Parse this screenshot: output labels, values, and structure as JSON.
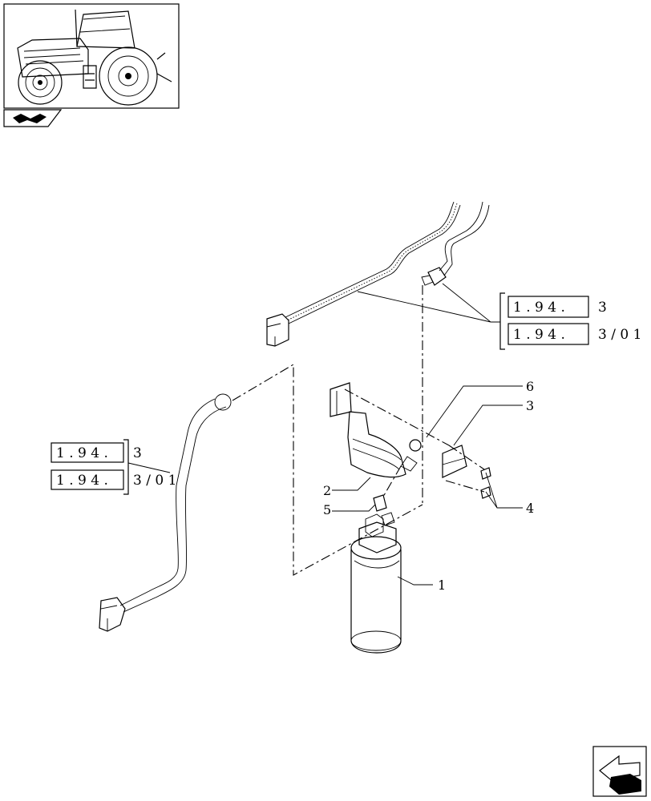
{
  "callouts": {
    "top": [
      {
        "prefix": "1 . 9 4 .",
        "suffix": "3"
      },
      {
        "prefix": "1 . 9 4 .",
        "suffix": "3 / 0 1"
      }
    ],
    "left": [
      {
        "prefix": "1 . 9 4 .",
        "suffix": "3"
      },
      {
        "prefix": "1 . 9 4 .",
        "suffix": "3 / 0 1"
      }
    ]
  },
  "parts": {
    "p1": "1",
    "p2": "2",
    "p3": "3",
    "p4": "4",
    "p5": "5",
    "p6": "6"
  },
  "icons": {
    "thumbnail": "tractor-thumbnail",
    "section": "section-arrow-icon",
    "navigate": "navigate-arrow-icon"
  }
}
